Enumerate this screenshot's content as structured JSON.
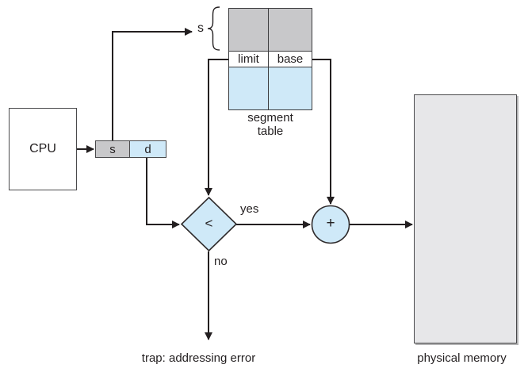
{
  "colors": {
    "gray_fill": "#c8c8ca",
    "blue_fill": "#cfe9f8",
    "memory_fill": "#e7e7e9",
    "line": "#231f20",
    "border": "#4a4a4c"
  },
  "cpu": {
    "label": "CPU"
  },
  "address_register": {
    "segment_field": "s",
    "offset_field": "d"
  },
  "segment_index": {
    "label": "s"
  },
  "segment_table": {
    "limit_header": "limit",
    "base_header": "base",
    "caption": "segment\ntable"
  },
  "comparator": {
    "symbol": "<",
    "yes_label": "yes",
    "no_label": "no"
  },
  "adder": {
    "symbol": "+"
  },
  "trap": {
    "label": "trap: addressing error"
  },
  "physical_memory": {
    "label": "physical memory"
  }
}
